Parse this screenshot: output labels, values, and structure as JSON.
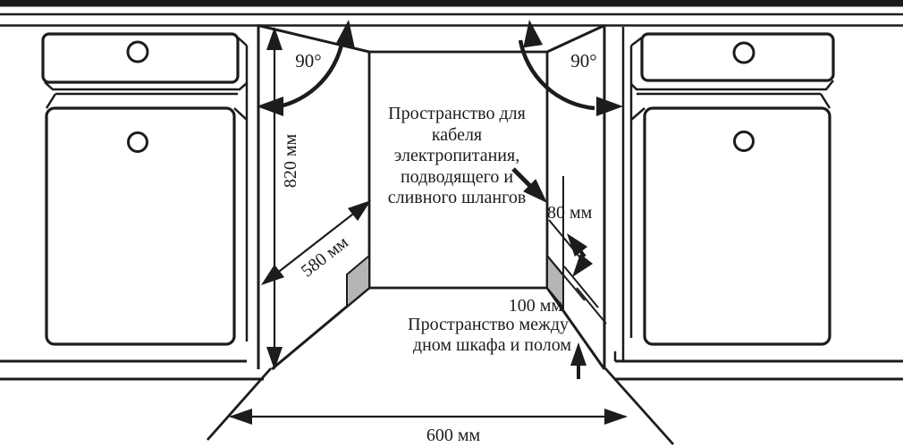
{
  "diagram": {
    "title_semantic": "built-in appliance niche installation drawing",
    "colors": {
      "line": "#1c1c1c",
      "background": "#ffffff",
      "shade": "#b5b5b5"
    },
    "angles": {
      "left": "90°",
      "right": "90°"
    },
    "dimensions": {
      "height": "820 мм",
      "depth": "580 мм",
      "cable_space": "80 мм",
      "plinth_space": "100 мм",
      "width": "600 мм"
    },
    "annotations": {
      "cable_lines": [
        "Пространство для",
        "кабеля",
        "электропитания,",
        "подводящего и",
        "сливного шлангов"
      ],
      "floor_lines": [
        "Пространство между",
        "дном шкафа и полом"
      ]
    }
  }
}
